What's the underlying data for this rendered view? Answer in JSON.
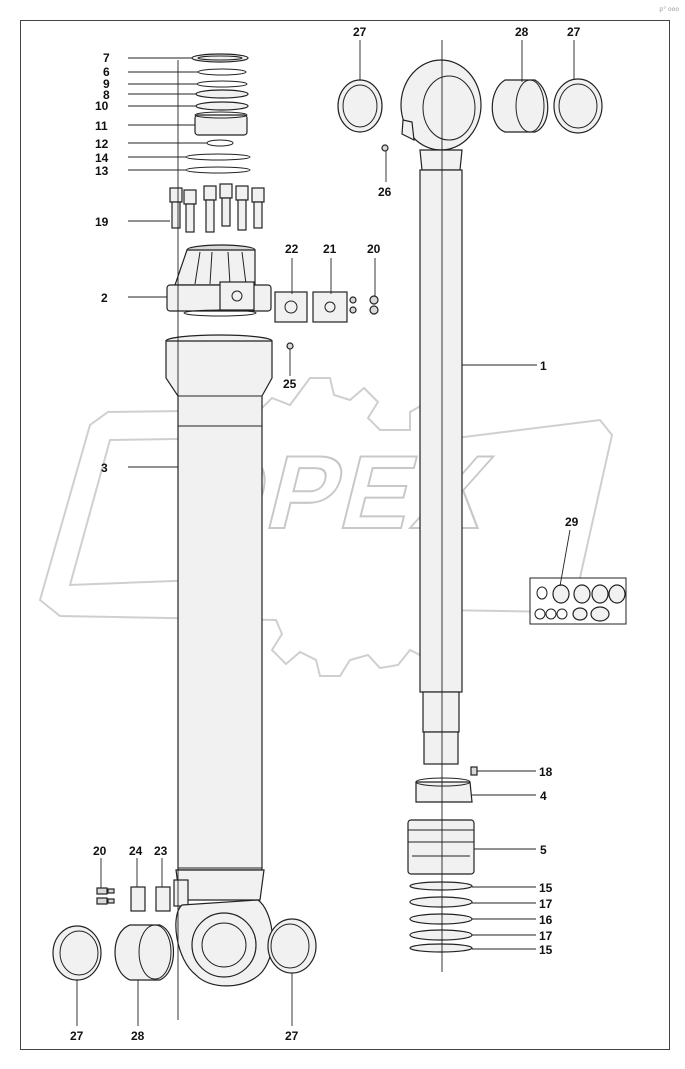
{
  "corner_mark": "p° ooo",
  "watermark": {
    "text": "OPEX"
  },
  "labels": {
    "l1": "1",
    "l2": "2",
    "l3": "3",
    "l4": "4",
    "l5": "5",
    "l6": "6",
    "l7": "7",
    "l8": "8",
    "l9": "9",
    "l10": "10",
    "l11": "11",
    "l12": "12",
    "l13": "13",
    "l14": "14",
    "l15a": "15",
    "l15b": "15",
    "l16": "16",
    "l17a": "17",
    "l17b": "17",
    "l18": "18",
    "l19": "19",
    "l20a": "20",
    "l20b": "20",
    "l21": "21",
    "l22": "22",
    "l23": "23",
    "l24": "24",
    "l25": "25",
    "l26": "26",
    "l27a": "27",
    "l27b": "27",
    "l27c": "27",
    "l27d": "27",
    "l28a": "28",
    "l28b": "28",
    "l29": "29"
  }
}
